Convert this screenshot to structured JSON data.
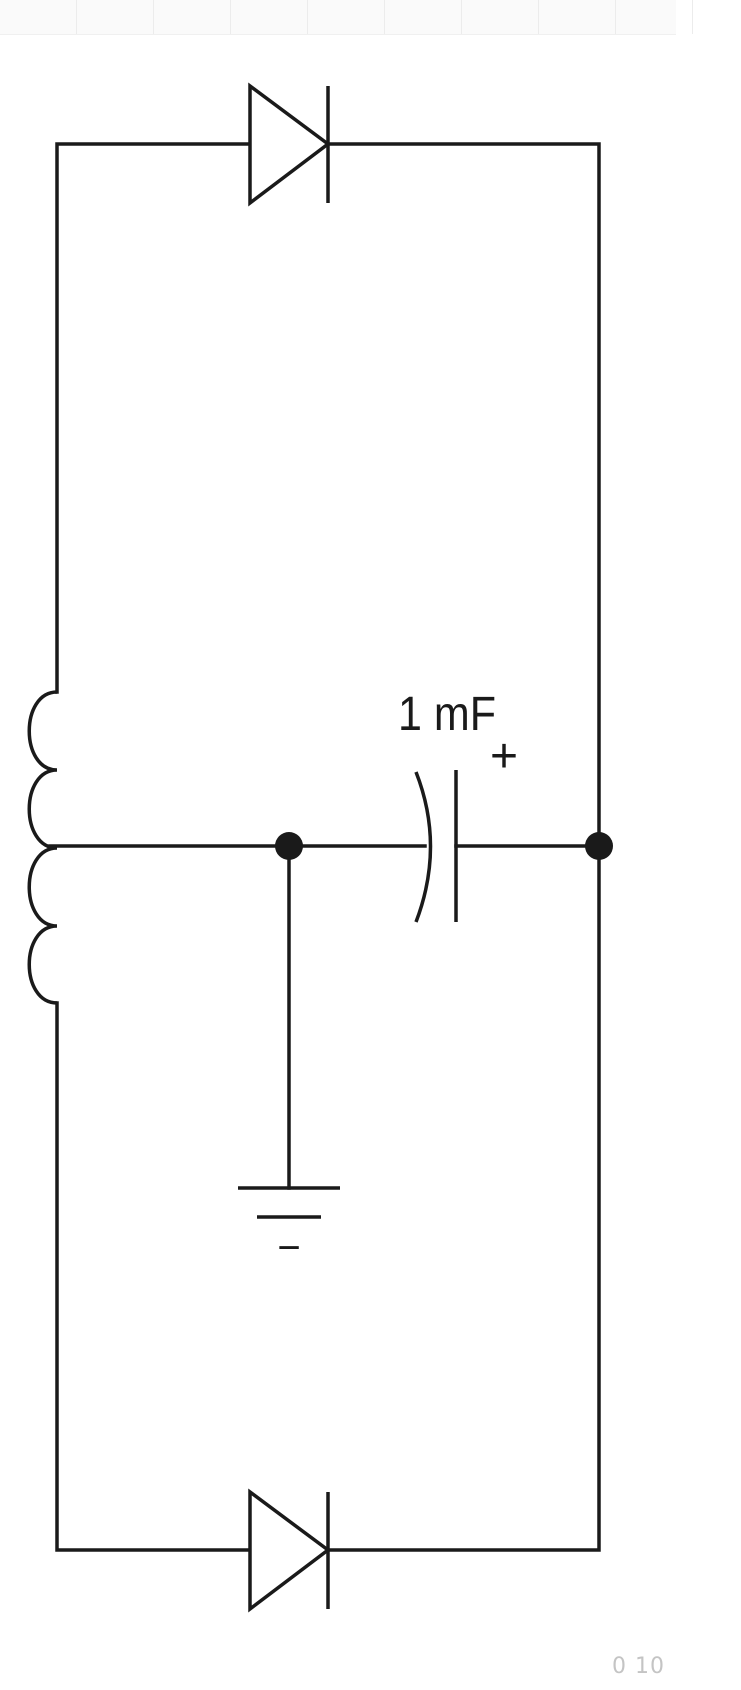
{
  "top_strip": {
    "cell_count": 9
  },
  "schematic": {
    "capacitor": {
      "value_label": "1 mF",
      "polarity_label": "+"
    },
    "ground": {
      "polarity_label": "−"
    },
    "icons": {
      "upper_diode": "diode-icon",
      "lower_diode": "diode-icon",
      "inductor": "coil-icon",
      "capacitor": "polarized-capacitor-icon",
      "ground": "ground-icon"
    },
    "colors": {
      "stroke": "#1a1a1a",
      "background": "#ffffff"
    }
  },
  "footer": {
    "mark": "0 10"
  }
}
